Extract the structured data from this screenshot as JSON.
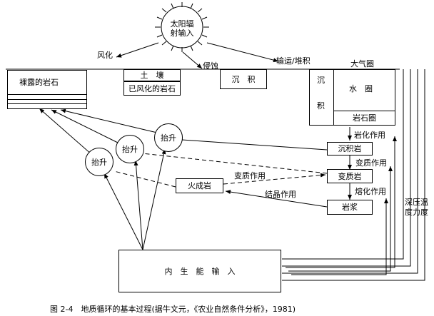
{
  "sun": {
    "line1": "太阳辐",
    "line2": "射输入"
  },
  "labels": {
    "weathering": "风化",
    "erosion": "侵蚀",
    "transport": "输运/堆积",
    "atmosphere": "大气圈",
    "petrification": "岩化作用",
    "metamorphism_right": "变质作用",
    "metamorphism_mid": "变质作用",
    "melting": "熔化作用",
    "crystallization": "结晶作用",
    "depth_press_temp": "深压温",
    "degree_force_degree": "度力度"
  },
  "boxes": {
    "exposed_rock": "裸露的岩石",
    "soil": "土　壤",
    "weathered_rock": "已风化的岩石",
    "sediment_top": "沉　积",
    "sediment_v1": "沉",
    "sediment_v2": "积",
    "hydrosphere": "水　圈",
    "lithosphere": "岩石圈",
    "sedimentary_rock": "沉积岩",
    "metamorphic_rock": "变质岩",
    "igneous_rock": "火成岩",
    "magma": "岩浆",
    "internal_energy": "内　生　能　输　入"
  },
  "uplift": [
    "抬升",
    "抬升",
    "抬升"
  ],
  "caption": "图 2-4　地质循环的基本过程(据牛文元，《农业自然条件分析》，1981)"
}
